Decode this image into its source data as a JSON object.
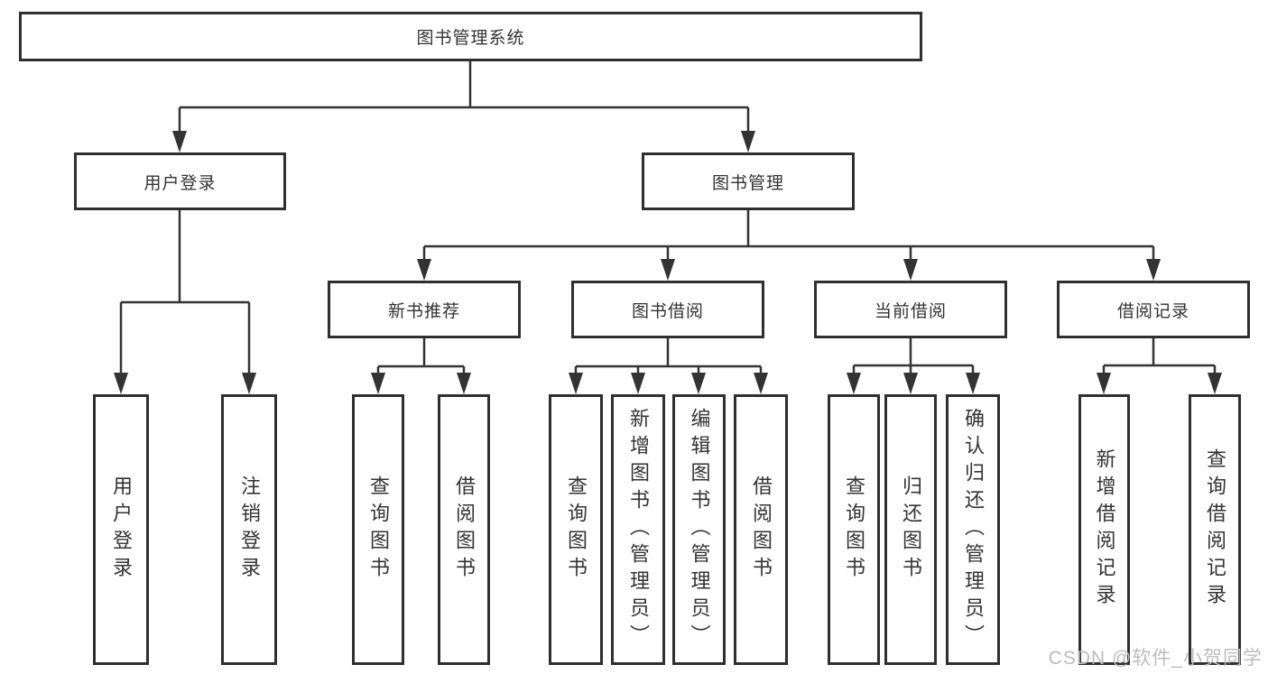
{
  "diagram": {
    "title": "图书管理系统",
    "type": "hierarchy-tree",
    "tree": {
      "label": "图书管理系统",
      "children": [
        {
          "label": "用户登录",
          "children": [
            {
              "label": "用户登录"
            },
            {
              "label": "注销登录"
            }
          ]
        },
        {
          "label": "图书管理",
          "children": [
            {
              "label": "新书推荐",
              "children": [
                {
                  "label": "查询图书"
                },
                {
                  "label": "借阅图书"
                }
              ]
            },
            {
              "label": "图书借阅",
              "children": [
                {
                  "label": "查询图书"
                },
                {
                  "label": "新增图书（管理员）"
                },
                {
                  "label": "编辑图书（管理员）"
                },
                {
                  "label": "借阅图书"
                }
              ]
            },
            {
              "label": "当前借阅",
              "children": [
                {
                  "label": "查询图书"
                },
                {
                  "label": "归还图书"
                },
                {
                  "label": "确认归还（管理员）"
                }
              ]
            },
            {
              "label": "借阅记录",
              "children": [
                {
                  "label": "新增借阅记录"
                },
                {
                  "label": "查询借阅记录"
                }
              ]
            }
          ]
        }
      ]
    },
    "colors": {
      "line": "#333333",
      "border": "#2f2f2f",
      "text": "#333333",
      "box_background": "#ffffff",
      "watermark": "#bcbcbc"
    }
  },
  "watermark": {
    "text": "CSDN @软件_小贺同学"
  }
}
